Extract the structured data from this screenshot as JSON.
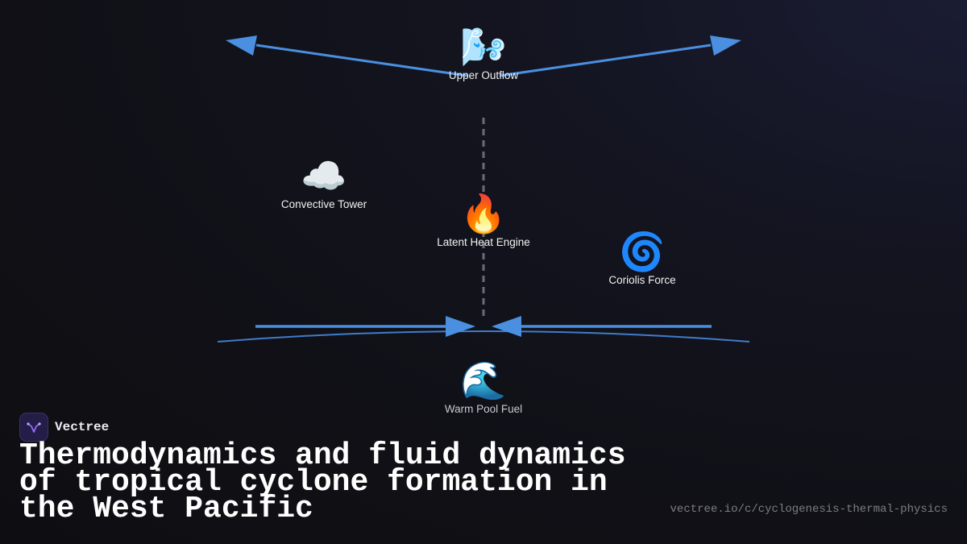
{
  "brand": {
    "name": "Vectree",
    "icon": "vectree-logo-icon"
  },
  "title": "Thermodynamics and fluid dynamics of tropical cyclone formation in the West Pacific",
  "url": "vectree.io/c/cyclogenesis-thermal-physics",
  "colors": {
    "arrow": "#4a8fe0",
    "surface": "#3f7cc8",
    "axis": "#6b6b78",
    "logo_bg": "#241d48",
    "logo_glyph": "#a070ff"
  },
  "nodes": {
    "upper_outflow": {
      "emoji": "🌬️",
      "label": "Upper Outflow"
    },
    "convective_tower": {
      "emoji": "☁️",
      "label": "Convective Tower"
    },
    "latent_heat": {
      "emoji": "🔥",
      "label": "Latent Heat Engine"
    },
    "coriolis": {
      "emoji": "🌀",
      "label": "Coriolis Force"
    },
    "warm_pool": {
      "emoji": "🌊",
      "label": "Warm Pool Fuel"
    }
  }
}
